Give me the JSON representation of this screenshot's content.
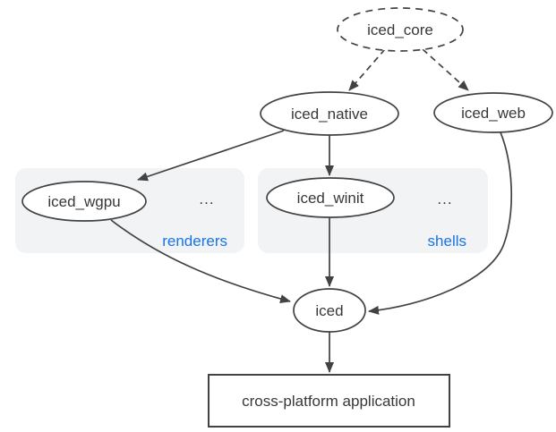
{
  "nodes": {
    "iced_core": {
      "label": "iced_core"
    },
    "iced_native": {
      "label": "iced_native"
    },
    "iced_web": {
      "label": "iced_web"
    },
    "iced_wgpu": {
      "label": "iced_wgpu"
    },
    "iced_winit": {
      "label": "iced_winit"
    },
    "iced": {
      "label": "iced"
    },
    "application": {
      "label": "cross-platform application"
    }
  },
  "groups": {
    "renderers": {
      "label": "renderers",
      "ellipsis": "..."
    },
    "shells": {
      "label": "shells",
      "ellipsis": "..."
    }
  },
  "edges": [
    {
      "from": "iced_core",
      "to": "iced_native",
      "style": "dashed"
    },
    {
      "from": "iced_core",
      "to": "iced_web",
      "style": "dashed"
    },
    {
      "from": "iced_native",
      "to": "iced_wgpu",
      "style": "solid"
    },
    {
      "from": "iced_native",
      "to": "iced_winit",
      "style": "solid"
    },
    {
      "from": "iced_wgpu",
      "to": "iced",
      "style": "solid"
    },
    {
      "from": "iced_winit",
      "to": "iced",
      "style": "solid"
    },
    {
      "from": "iced_web",
      "to": "iced",
      "style": "solid"
    },
    {
      "from": "iced",
      "to": "application",
      "style": "solid"
    }
  ],
  "colors": {
    "stroke": "#424242",
    "text": "#383838",
    "group_label": "#1a73e8",
    "group_background": "#f1f3f4",
    "node_fill": "#ffffff",
    "canvas_background": "#ffffff"
  }
}
